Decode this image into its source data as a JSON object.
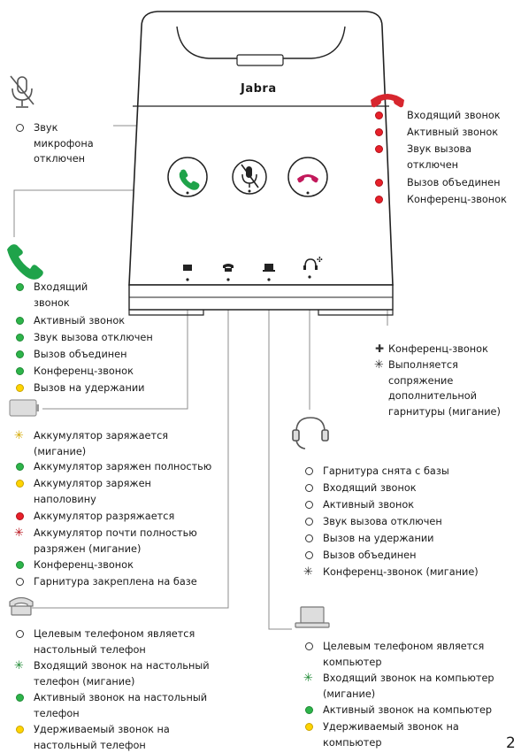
{
  "brand": "Jabra",
  "page_number": "2",
  "mute_section": {
    "items": [
      {
        "lines": [
          "Звук",
          "микрофона",
          "отключен"
        ],
        "indicator": "white"
      }
    ]
  },
  "end_call_section": {
    "items": [
      {
        "label": "Входящий звонок",
        "indicator": "red"
      },
      {
        "label": "Активный звонок",
        "indicator": "red"
      },
      {
        "lines": [
          "Звук вызова",
          "отключен"
        ],
        "indicator": "red"
      },
      {
        "label": "Вызов объединен",
        "indicator": "red"
      },
      {
        "label": "Конференц-звонок",
        "indicator": "red"
      }
    ]
  },
  "answer_call_section": {
    "items": [
      {
        "lines": [
          "Входящий",
          "звонок"
        ],
        "indicator": "green"
      },
      {
        "label": "Активный звонок",
        "indicator": "green"
      },
      {
        "label": "Звук вызова отключен",
        "indicator": "green"
      },
      {
        "label": "Вызов объединен",
        "indicator": "green"
      },
      {
        "label": "Конференц-звонок",
        "indicator": "green"
      },
      {
        "label": "Вызов на удержании",
        "indicator": "yellow"
      }
    ]
  },
  "battery_section": {
    "items": [
      {
        "lines": [
          "Аккумулятор заряжается",
          "(мигание)"
        ],
        "indicator": "yellow-blink"
      },
      {
        "label": "Аккумулятор заряжен полностью",
        "indicator": "green"
      },
      {
        "lines": [
          "Аккумулятор заряжен",
          "наполовину"
        ],
        "indicator": "yellow"
      },
      {
        "label": "Аккумулятор разряжается",
        "indicator": "red"
      },
      {
        "lines": [
          "Аккумулятор почти полностью",
          "разряжен (мигание)"
        ],
        "indicator": "red-blink"
      },
      {
        "label": "Конференц-звонок",
        "indicator": "green"
      },
      {
        "label": "Гарнитура закреплена на базе",
        "indicator": "white"
      }
    ]
  },
  "pairing_section": {
    "items": [
      {
        "label": "Конференц-звонок",
        "indicator": "plus-icon"
      },
      {
        "lines": [
          "Выполняется",
          "сопряжение",
          "дополнительной",
          "гарнитуры (мигание)"
        ],
        "indicator": "blink-icon"
      }
    ]
  },
  "headset_section": {
    "items": [
      {
        "label": "Гарнитура снята с базы",
        "indicator": "white"
      },
      {
        "label": "Входящий звонок",
        "indicator": "white"
      },
      {
        "label": "Активный звонок",
        "indicator": "white"
      },
      {
        "label": "Звук вызова отключен",
        "indicator": "white"
      },
      {
        "label": "Вызов на удержании",
        "indicator": "white"
      },
      {
        "label": "Вызов объединен",
        "indicator": "white"
      },
      {
        "label": "Конференц-звонок (мигание)",
        "indicator": "white-blink"
      }
    ]
  },
  "desk_phone_section": {
    "items": [
      {
        "lines": [
          "Целевым телефоном является",
          "настольный телефон"
        ],
        "indicator": "white"
      },
      {
        "lines": [
          "Входящий звонок на настольный",
          "телефон (мигание)"
        ],
        "indicator": "green-blink"
      },
      {
        "lines": [
          "Активный звонок на настольный",
          "телефон"
        ],
        "indicator": "green"
      },
      {
        "lines": [
          "Удерживаемый звонок на",
          "настольный телефон"
        ],
        "indicator": "yellow"
      }
    ]
  },
  "computer_section": {
    "items": [
      {
        "lines": [
          "Целевым телефоном является",
          "компьютер"
        ],
        "indicator": "white"
      },
      {
        "lines": [
          "Входящий звонок на компьютер",
          "(мигание)"
        ],
        "indicator": "green-blink"
      },
      {
        "label": "Активный звонок на компьютер",
        "indicator": "green"
      },
      {
        "lines": [
          "Удерживаемый звонок на",
          "компьютер"
        ],
        "indicator": "yellow"
      }
    ]
  },
  "colors": {
    "green": "#2db44a",
    "yellow": "#ffd400",
    "red": "#e8202a",
    "end_call_icon": "#d7262e",
    "answer_icon": "#1fa34a",
    "line": "#8c8c8c"
  }
}
